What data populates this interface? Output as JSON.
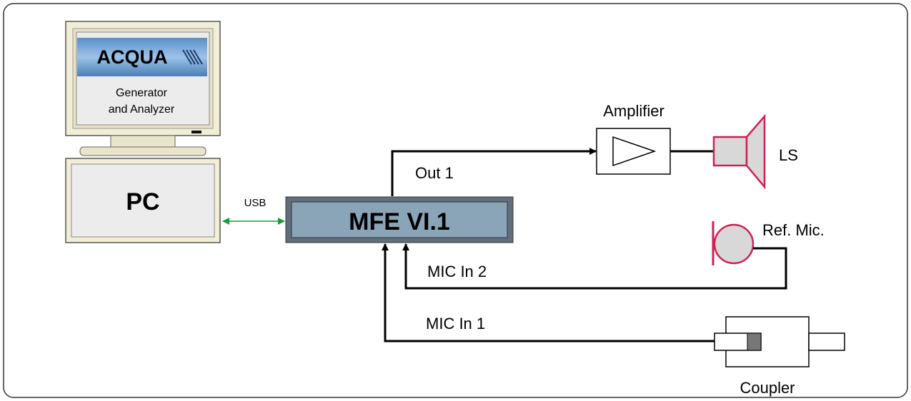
{
  "monitor": {
    "logo_text": "ACQUA",
    "screen_line1": "Generator",
    "screen_line2": "and Analyzer"
  },
  "pc": {
    "label": "PC"
  },
  "usb": {
    "label": "USB"
  },
  "mfe": {
    "label": "MFE VI.1"
  },
  "amplifier": {
    "label": "Amplifier"
  },
  "loudspeaker": {
    "label": "LS"
  },
  "ref_mic": {
    "label": "Ref. Mic."
  },
  "coupler": {
    "label": "Coupler"
  },
  "connections": {
    "out1": "Out 1",
    "mic_in2": "MIC In 2",
    "mic_in1": "MIC In 1"
  },
  "colors": {
    "usb_arrow": "#1a9a3a",
    "speaker_outline": "#cc2255",
    "device_fill": "#8aa4b8",
    "monitor_beige": "#f2eed6"
  }
}
